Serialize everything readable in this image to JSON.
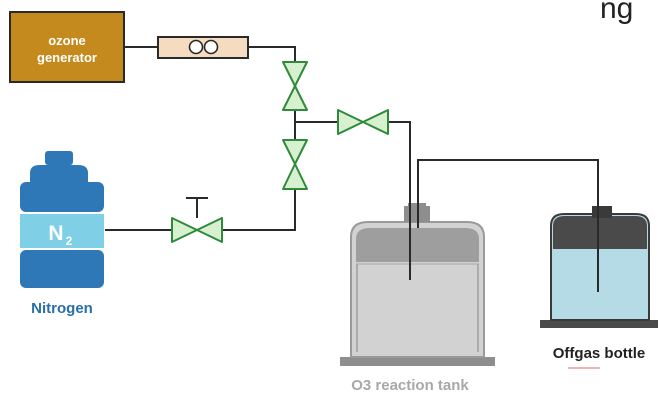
{
  "labels": {
    "ozone_line1": "ozone",
    "ozone_line2": "generator",
    "n2_main": "N",
    "n2_sub": "2",
    "nitrogen": "Nitrogen",
    "reaction_tank": "O3 reaction tank",
    "offgas": "Offgas bottle",
    "top_right_fragment": "ng"
  },
  "colors": {
    "ozone_box": "#c48a1e",
    "flowmeter": "#f5dcc0",
    "valve_fill": "#d6f0d0",
    "valve_stroke": "#2f8a3a",
    "cylinder": "#2f78b8",
    "cylinder_band": "#7fd0e6",
    "nitrogen_text": "#2a6ea8",
    "tank_grey": "#8e8e8e",
    "tank_light": "#d2d2d2",
    "bottle_dark": "#4a4a4a",
    "bottle_water": "#b4dbe6",
    "pipe": "#2a2a2a",
    "caption_grey": "#a8a8a8"
  },
  "icons": [
    "ozone-generator-box",
    "flowmeter-icon",
    "valve-icon",
    "nitrogen-cylinder-icon",
    "reaction-tank-icon",
    "offgas-bottle-icon"
  ]
}
